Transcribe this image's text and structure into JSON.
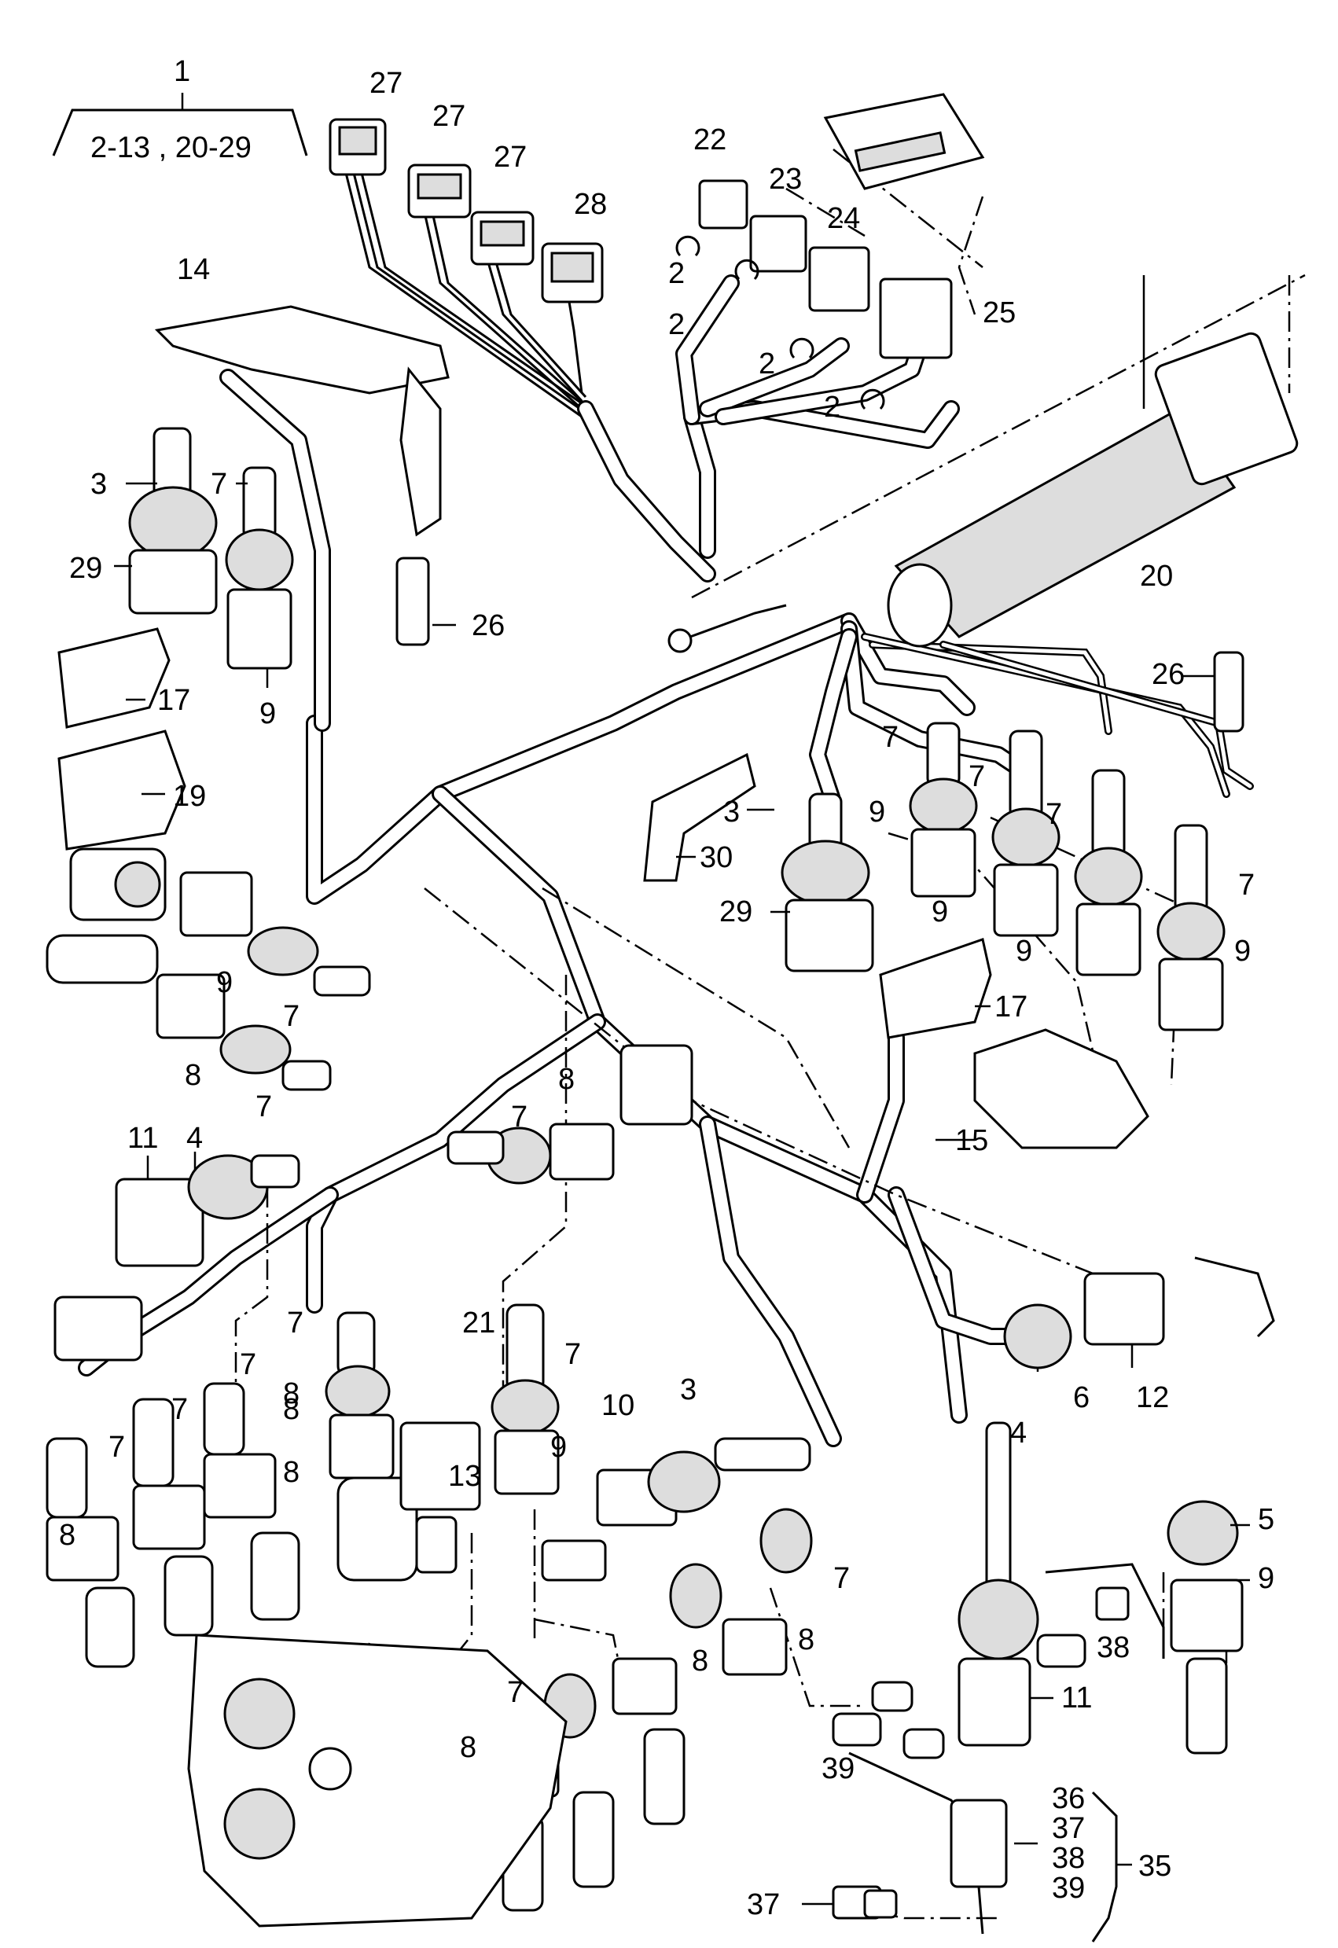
{
  "group": {
    "label": "1",
    "range": "2-13 , 20-29"
  },
  "callouts": [
    {
      "id": "c27a",
      "text": "27"
    },
    {
      "id": "c27b",
      "text": "27"
    },
    {
      "id": "c27c",
      "text": "27"
    },
    {
      "id": "c28",
      "text": "28"
    },
    {
      "id": "c22",
      "text": "22"
    },
    {
      "id": "c23",
      "text": "23"
    },
    {
      "id": "c24",
      "text": "24"
    },
    {
      "id": "c25",
      "text": "25"
    },
    {
      "id": "c2a",
      "text": "2"
    },
    {
      "id": "c2b",
      "text": "2"
    },
    {
      "id": "c2c",
      "text": "2"
    },
    {
      "id": "c2d",
      "text": "2"
    },
    {
      "id": "c14",
      "text": "14"
    },
    {
      "id": "c3a",
      "text": "3"
    },
    {
      "id": "c7a",
      "text": "7"
    },
    {
      "id": "c29a",
      "text": "29"
    },
    {
      "id": "c9a",
      "text": "9"
    },
    {
      "id": "c26a",
      "text": "26"
    },
    {
      "id": "c17a",
      "text": "17"
    },
    {
      "id": "c19",
      "text": "19"
    },
    {
      "id": "c20",
      "text": "20"
    },
    {
      "id": "c26b",
      "text": "26"
    },
    {
      "id": "c7b",
      "text": "7"
    },
    {
      "id": "c7c",
      "text": "7"
    },
    {
      "id": "c7d",
      "text": "7"
    },
    {
      "id": "c7e",
      "text": "7"
    },
    {
      "id": "c3b",
      "text": "3"
    },
    {
      "id": "c9b",
      "text": "9"
    },
    {
      "id": "c30",
      "text": "30"
    },
    {
      "id": "c29b",
      "text": "29"
    },
    {
      "id": "c9c",
      "text": "9"
    },
    {
      "id": "c9d",
      "text": "9"
    },
    {
      "id": "c9e",
      "text": "9"
    },
    {
      "id": "c17b",
      "text": "17"
    },
    {
      "id": "c9f",
      "text": "9"
    },
    {
      "id": "c7f",
      "text": "7"
    },
    {
      "id": "c8a",
      "text": "8"
    },
    {
      "id": "c7g",
      "text": "7"
    },
    {
      "id": "c15",
      "text": "15"
    },
    {
      "id": "c11a",
      "text": "11"
    },
    {
      "id": "c4a",
      "text": "4"
    },
    {
      "id": "c7h",
      "text": "7"
    },
    {
      "id": "c8b",
      "text": "8"
    },
    {
      "id": "c12",
      "text": "12"
    },
    {
      "id": "c6",
      "text": "6"
    },
    {
      "id": "c7i",
      "text": "7"
    },
    {
      "id": "c21",
      "text": "21"
    },
    {
      "id": "c7j",
      "text": "7"
    },
    {
      "id": "c7k",
      "text": "7"
    },
    {
      "id": "c7l",
      "text": "7"
    },
    {
      "id": "c8c",
      "text": "8"
    },
    {
      "id": "c7m",
      "text": "7"
    },
    {
      "id": "c8d",
      "text": "8"
    },
    {
      "id": "c8e",
      "text": "8"
    },
    {
      "id": "c8f",
      "text": "8"
    },
    {
      "id": "c13",
      "text": "13"
    },
    {
      "id": "c9g",
      "text": "9"
    },
    {
      "id": "c10",
      "text": "10"
    },
    {
      "id": "c3c",
      "text": "3"
    },
    {
      "id": "c4b",
      "text": "4"
    },
    {
      "id": "c5",
      "text": "5"
    },
    {
      "id": "c9h",
      "text": "9"
    },
    {
      "id": "c7n",
      "text": "7"
    },
    {
      "id": "c8g",
      "text": "8"
    },
    {
      "id": "c7o",
      "text": "7"
    },
    {
      "id": "c8h",
      "text": "8"
    },
    {
      "id": "c8i",
      "text": "8"
    },
    {
      "id": "c38a",
      "text": "38"
    },
    {
      "id": "c11b",
      "text": "11"
    },
    {
      "id": "c39a",
      "text": "39"
    },
    {
      "id": "c36",
      "text": "36"
    },
    {
      "id": "c37a",
      "text": "37"
    },
    {
      "id": "c38b",
      "text": "38"
    },
    {
      "id": "c39b",
      "text": "39"
    },
    {
      "id": "c35",
      "text": "35"
    },
    {
      "id": "c37b",
      "text": "37"
    }
  ]
}
